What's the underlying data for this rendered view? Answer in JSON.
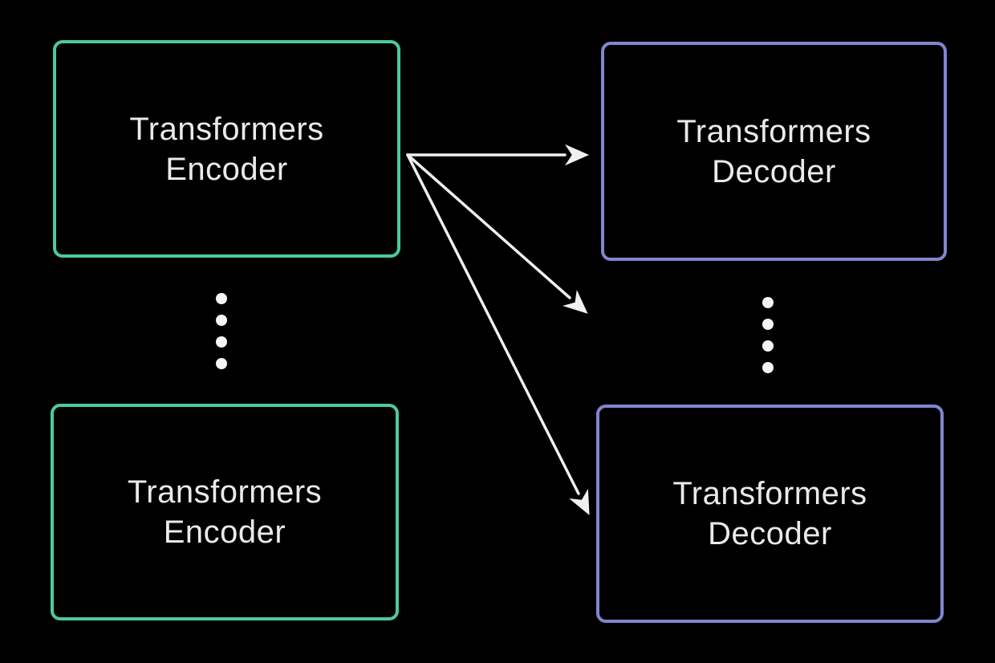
{
  "colors": {
    "background": "#000000",
    "encoder_border": "#4cc9a4",
    "decoder_border": "#8186d0",
    "text": "#eaeaea",
    "arrow": "#f0f0f0",
    "dot": "#f5f5f5"
  },
  "nodes": {
    "encoder_top": {
      "line1": "Transformers",
      "line2": "Encoder"
    },
    "decoder_top": {
      "line1": "Transformers",
      "line2": "Decoder"
    },
    "encoder_bottom": {
      "line1": "Transformers",
      "line2": "Encoder"
    },
    "decoder_bottom": {
      "line1": "Transformers",
      "line2": "Decoder"
    }
  },
  "connections": [
    {
      "from": "encoder_top",
      "to": "decoder_top"
    },
    {
      "from": "encoder_top",
      "to": "ellipsis_right"
    },
    {
      "from": "encoder_top",
      "to": "decoder_bottom"
    }
  ]
}
